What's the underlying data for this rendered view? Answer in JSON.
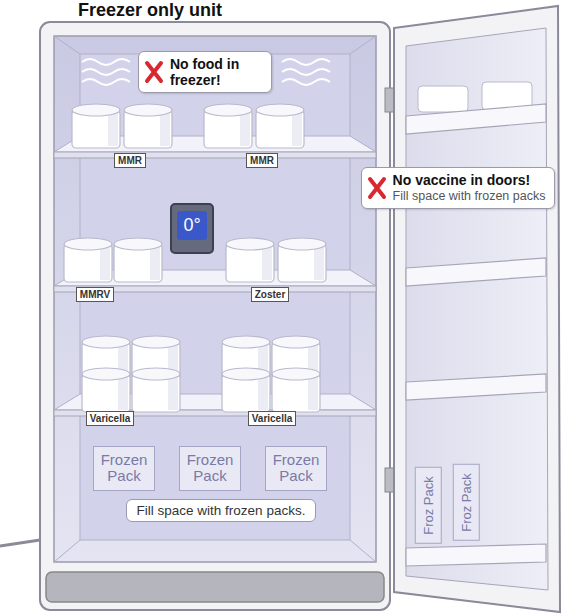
{
  "diagram": {
    "title": "Freezer only unit",
    "nodes": [
      {
        "text": [
          "No food in freezer!"
        ]
      },
      {
        "text": [
          "MMR"
        ]
      },
      {
        "text": [
          "MMR"
        ]
      },
      {
        "text": [
          "No vaccine in doors!",
          "Fill space with frozen packs"
        ]
      },
      {
        "text": [
          "0°"
        ]
      },
      {
        "text": [
          "MMRV"
        ]
      },
      {
        "text": [
          "Zoster"
        ]
      },
      {
        "text": [
          "Varicella"
        ]
      },
      {
        "text": [
          "Varicella"
        ]
      },
      {
        "text": [
          "Frozen Pack"
        ]
      },
      {
        "text": [
          "Frozen Pack"
        ]
      },
      {
        "text": [
          "Frozen Pack"
        ]
      },
      {
        "text": [
          "Fill space with frozen packs."
        ]
      },
      {
        "text": [
          "Froz Pack"
        ]
      },
      {
        "text": [
          "Froz Pack"
        ]
      }
    ]
  }
}
